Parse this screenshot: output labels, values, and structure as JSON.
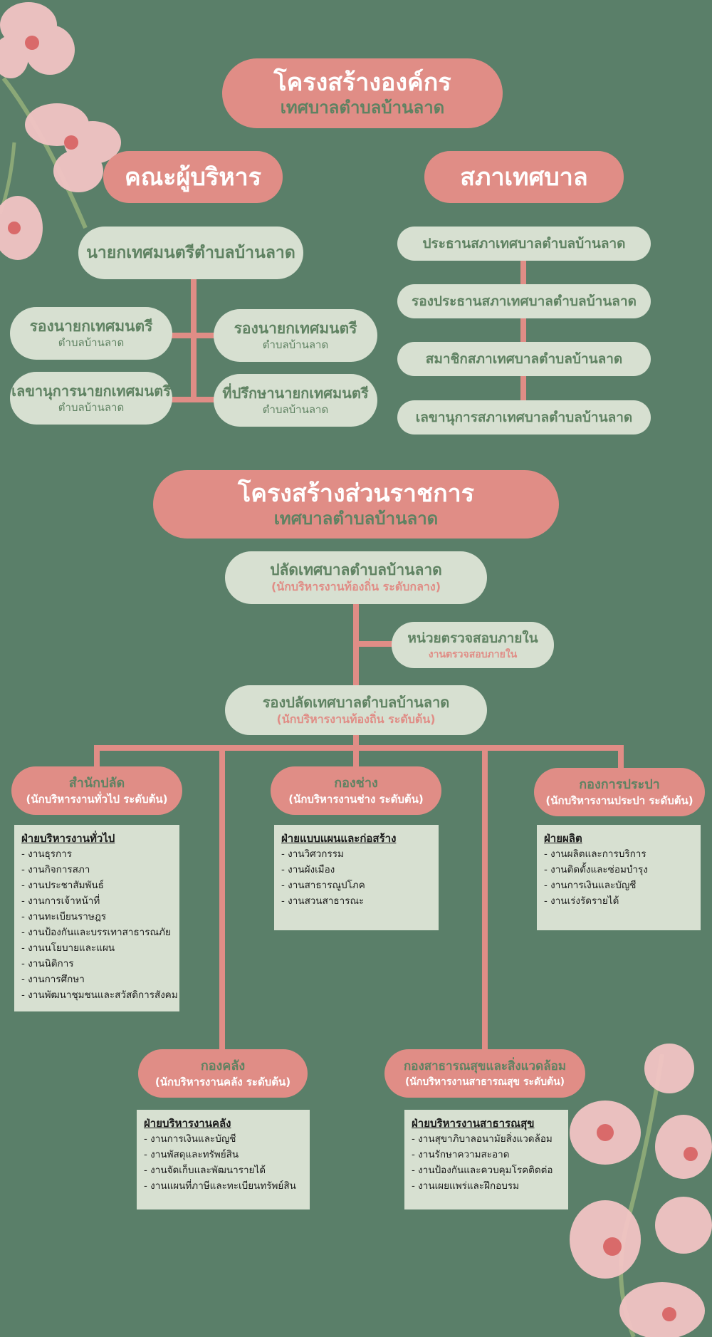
{
  "top": {
    "title": "โครงสร้างองค์กร",
    "subtitle": "เทศบาลตำบลบ้านลาด"
  },
  "executive": {
    "heading": "คณะผู้บริหาร",
    "mayor": "นายกเทศมนตรีตำบลบ้านลาด",
    "deputy1": {
      "title": "รองนายกเทศมนตรี",
      "sub": "ตำบลบ้านลาด"
    },
    "deputy2": {
      "title": "รองนายกเทศมนตรี",
      "sub": "ตำบลบ้านลาด"
    },
    "secretary": {
      "title": "เลขานุการนายกเทศมนตรี",
      "sub": "ตำบลบ้านลาด"
    },
    "advisor": {
      "title": "ที่ปรึกษานายกเทศมนตรี",
      "sub": "ตำบลบ้านลาด"
    }
  },
  "council": {
    "heading": "สภาเทศบาล",
    "items": [
      "ประธานสภาเทศบาลตำบลบ้านลาด",
      "รองประธานสภาเทศบาลตำบลบ้านลาด",
      "สมาชิกสภาเทศบาลตำบลบ้านลาด",
      "เลขานุการสภาเทศบาลตำบลบ้านลาด"
    ]
  },
  "gov": {
    "title": "โครงสร้างส่วนราชการ",
    "subtitle": "เทศบาลตำบลบ้านลาด",
    "clerk": {
      "title": "ปลัดเทศบาลตำบลบ้านลาด",
      "sub": "(นักบริหารงานท้องถิ่น ระดับกลาง)"
    },
    "audit": {
      "title": "หน่วยตรวจสอบภายใน",
      "sub": "งานตรวจสอบภายใน"
    },
    "deputy_clerk": {
      "title": "รองปลัดเทศบาลตำบลบ้านลาด",
      "sub": "(นักบริหารงานท้องถิ่น ระดับต้น)"
    }
  },
  "departments": {
    "office": {
      "title": "สำนักปลัด",
      "sub": "(นักบริหารงานทั่วไป ระดับต้น)",
      "box_heading": "ฝ่ายบริหารงานทั่วไป",
      "items": [
        "- งานธุรการ",
        "- งานกิจการสภา",
        "- งานประชาสัมพันธ์",
        "- งานการเจ้าหน้าที่",
        "- งานทะเบียนราษฎร",
        "- งานป้องกันและบรรเทาสาธารณภัย",
        "- งานนโยบายและแผน",
        "- งานนิติการ",
        "- งานการศึกษา",
        "- งานพัฒนาชุมชนและสวัสดิการสังคม"
      ]
    },
    "engineering": {
      "title": "กองช่าง",
      "sub": "(นักบริหารงานช่าง ระดับต้น)",
      "box_heading": "ฝ่ายแบบแผนและก่อสร้าง",
      "items": [
        "- งานวิศวกรรม",
        "- งานผังเมือง",
        "- งานสาธารณูปโภค",
        "- งานสวนสาธารณะ"
      ]
    },
    "water": {
      "title": "กองการประปา",
      "sub": "(นักบริหารงานประปา ระดับต้น)",
      "box_heading": "ฝ่ายผลิต",
      "items": [
        "- งานผลิตและการบริการ",
        "- งานติดตั้งและซ่อมบำรุง",
        "- งานการเงินและบัญชี",
        "- งานเร่งรัดรายได้"
      ]
    },
    "finance": {
      "title": "กองคลัง",
      "sub": "(นักบริหารงานคลัง ระดับต้น)",
      "box_heading": "ฝ่ายบริหารงานคลัง",
      "items": [
        "- งานการเงินและบัญชี",
        "- งานพัสดุและทรัพย์สิน",
        "- งานจัดเก็บและพัฒนารายได้",
        "- งานแผนที่ภาษีและทะเบียนทรัพย์สิน"
      ]
    },
    "health": {
      "title": "กองสาธารณสุขและสิ่งแวดล้อม",
      "sub": "(นักบริหารงานสาธารณสุข ระดับต้น)",
      "box_heading": "ฝ่ายบริหารงานสาธารณสุข",
      "items": [
        "- งานสุขาภิบาลอนามัยสิ่งแวดล้อม",
        "- งานรักษาความสะอาด",
        "- งานป้องกันและควบคุมโรคติดต่อ",
        "- งานเผยแพร่และฝึกอบรม"
      ]
    }
  },
  "colors": {
    "background": "#5a7f69",
    "accent": "#e08d86",
    "node": "#d7e0d1",
    "text": "#5f8262"
  }
}
